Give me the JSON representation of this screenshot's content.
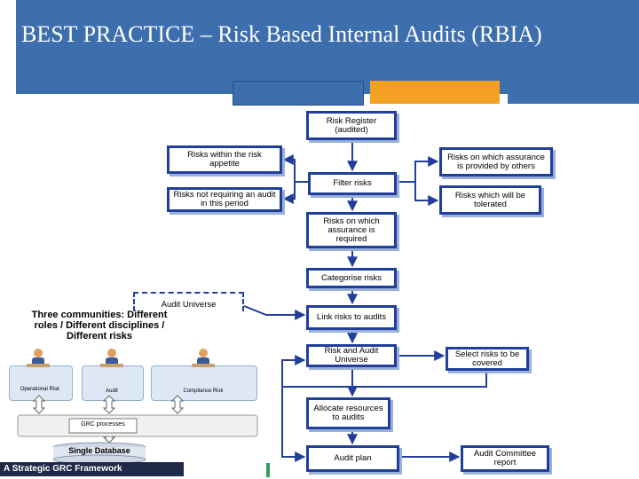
{
  "slide": {
    "title": "BEST PRACTICE – Risk Based Internal Audits (RBIA)"
  },
  "colors": {
    "header_blue": "#3d6fae",
    "box_border": "#1f3f9a",
    "accent_orange": "#f4a024",
    "accent_green": "#2fa05a"
  },
  "flowchart": {
    "risk_register": "Risk Register (audited)",
    "risks_within_appetite": "Risks within the risk appetite",
    "risks_not_requiring_audit": "Risks not requiring an audit in this period",
    "filter_risks": "Filter risks",
    "risks_assurance_others": "Risks on which assurance is provided by others",
    "risks_tolerated": "Risks which will be tolerated",
    "risks_assurance_required": "Risks on which assurance is required",
    "categorise_risks": "Categorise risks",
    "audit_universe": "Audit Universe",
    "link_risks": "Link risks to audits",
    "risk_audit_universe": "Risk and Audit Universe",
    "select_risks": "Select risks to be covered",
    "allocate_resources": "Allocate resources to audits",
    "audit_plan": "Audit plan",
    "audit_committee_report": "Audit Committee report"
  },
  "grc": {
    "three_communities": "Three communities: Different roles / Different disciplines / Different risks",
    "operational_risk": "Operational Risk",
    "audit": "Audit",
    "compliance_risk": "Compliance Risk",
    "grc_processes": "GRC processes",
    "single_database": "Single Database",
    "framework_label": "A Strategic GRC Framework"
  }
}
